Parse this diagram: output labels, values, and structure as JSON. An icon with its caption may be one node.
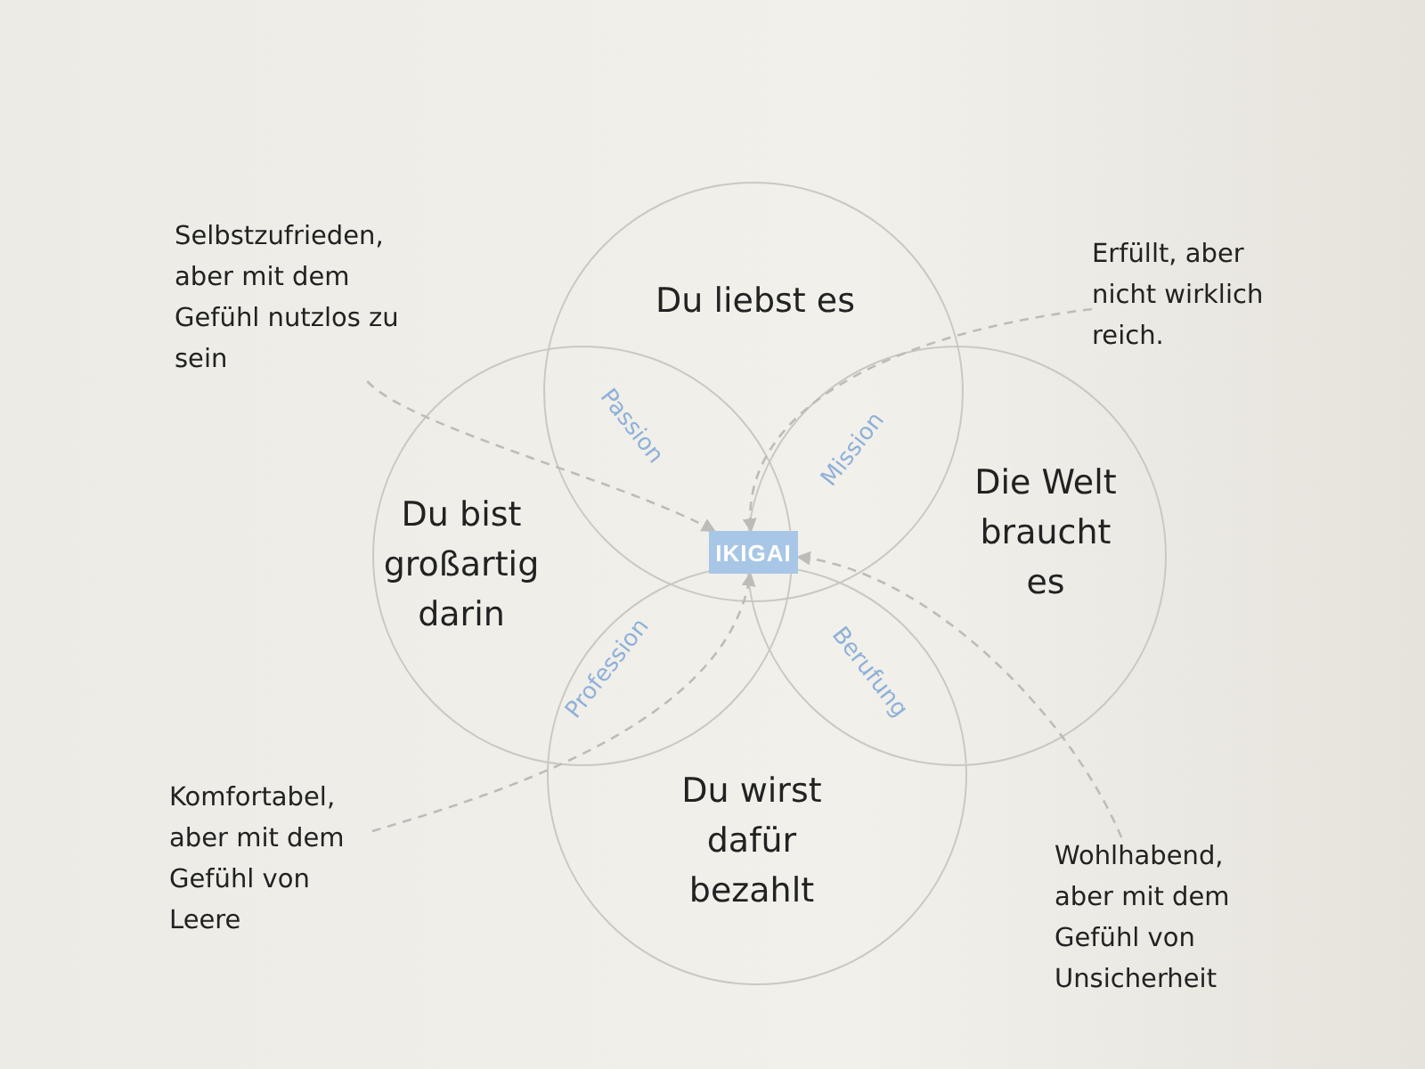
{
  "diagram": {
    "nodes": [
      {
        "text": [
          "Selbstzufrieden, aber mit dem Gefühl nutzlos zu sein"
        ]
      },
      {
        "text": [
          "Du liebst es"
        ]
      },
      {
        "text": [
          "Erfüllt, aber nicht wirklich reich."
        ]
      },
      {
        "text": [
          "Du bist großartig darin"
        ]
      },
      {
        "text": [
          "IKIGAI"
        ]
      },
      {
        "text": [
          "Die Welt braucht es"
        ]
      },
      {
        "text": [
          "Komfortabel, aber mit dem Gefühl von Leere"
        ]
      },
      {
        "text": [
          "Du wirst dafür bezahlt"
        ]
      },
      {
        "text": [
          "Wohlhabend, aber mit dem Gefühl von Unsicherheit"
        ]
      }
    ],
    "edges": [
      {
        "from": 0,
        "to": 4,
        "arrow": "to",
        "style": "dashed"
      },
      {
        "from": 2,
        "to": 4,
        "arrow": "to",
        "style": "dashed"
      },
      {
        "from": 6,
        "to": 4,
        "arrow": "to",
        "style": "dashed"
      },
      {
        "from": 8,
        "to": 4,
        "arrow": "to",
        "style": "dashed"
      }
    ],
    "labels": [
      "Passion",
      "Mission",
      "Profession",
      "Berufung"
    ]
  }
}
